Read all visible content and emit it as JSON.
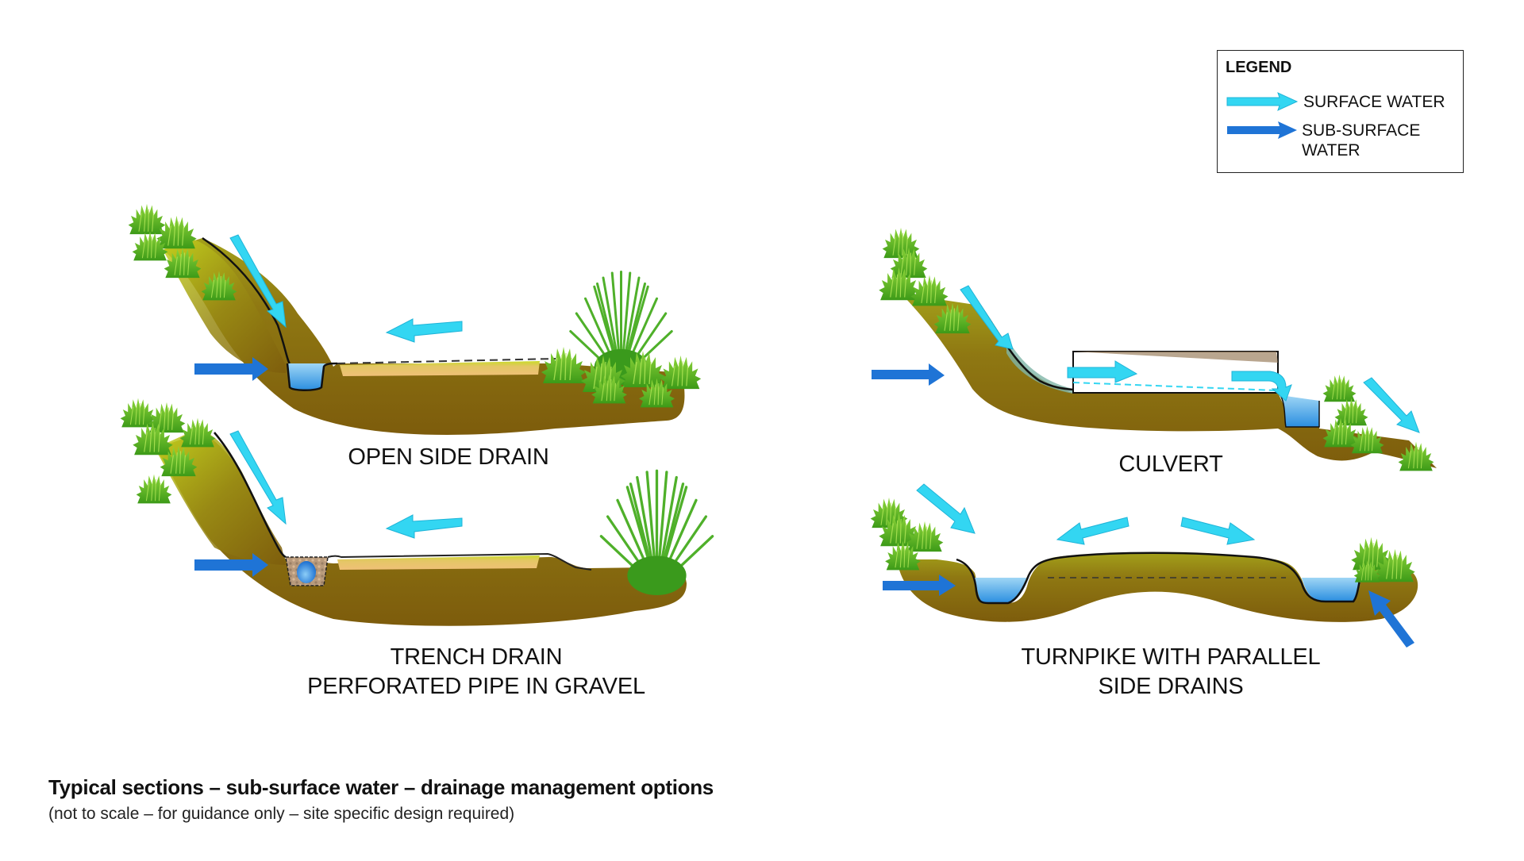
{
  "legend": {
    "title": "LEGEND",
    "items": [
      {
        "label": "SURFACE WATER",
        "icon": "surface-water-arrow",
        "color": "#33d6f2"
      },
      {
        "label_line1": "SUB-SURFACE",
        "label_line2": "WATER",
        "icon": "subsurface-water-arrow",
        "color": "#1f74d6"
      }
    ]
  },
  "sections": [
    {
      "id": "open-side-drain",
      "label_lines": [
        "OPEN SIDE DRAIN"
      ]
    },
    {
      "id": "trench-drain",
      "label_lines": [
        "TRENCH DRAIN",
        "PERFORATED PIPE IN GRAVEL"
      ]
    },
    {
      "id": "culvert",
      "label_lines": [
        "CULVERT"
      ]
    },
    {
      "id": "turnpike",
      "label_lines": [
        "TURNPIKE WITH PARALLEL",
        "SIDE DRAINS"
      ]
    }
  ],
  "caption": {
    "title": "Typical sections – sub-surface water – drainage management options",
    "subtitle": "(not to scale – for guidance only – site specific design required)"
  },
  "colors": {
    "soil": "#8a6a10",
    "soil_light": "#a8a81a",
    "grass": "#5fb82a",
    "road_surface": "#e8c36a",
    "water": "#4aa6e8",
    "surface_arrow": "#33d6f2",
    "subsurface_arrow": "#1f74d6"
  }
}
